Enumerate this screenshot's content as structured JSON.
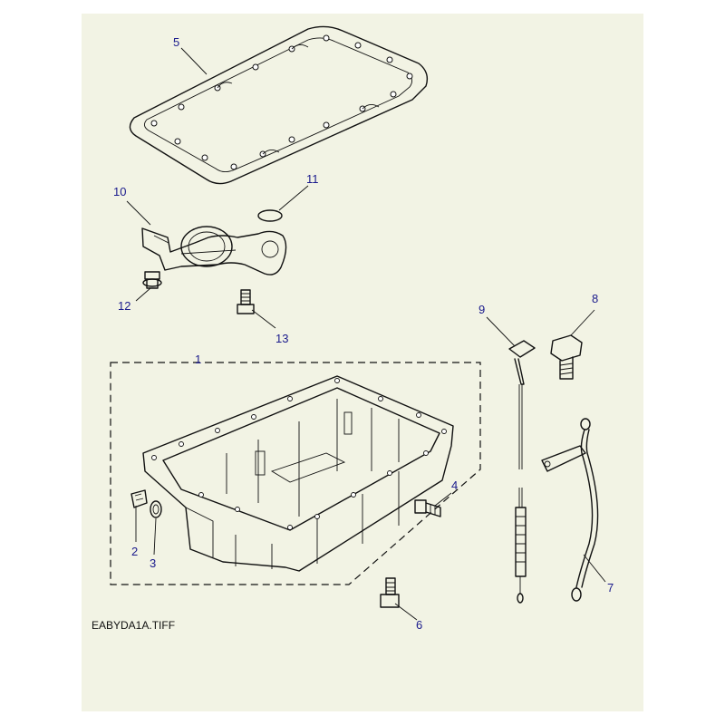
{
  "colors": {
    "panel": "#f2f3e4",
    "callout_text": "#1a1a8c",
    "line": "#111111"
  },
  "callouts": [
    {
      "id": "5",
      "label": "5"
    },
    {
      "id": "10",
      "label": "10"
    },
    {
      "id": "11",
      "label": "11"
    },
    {
      "id": "12",
      "label": "12"
    },
    {
      "id": "13",
      "label": "13"
    },
    {
      "id": "9",
      "label": "9"
    },
    {
      "id": "8",
      "label": "8"
    },
    {
      "id": "1",
      "label": "1"
    },
    {
      "id": "4",
      "label": "4"
    },
    {
      "id": "2",
      "label": "2"
    },
    {
      "id": "3",
      "label": "3"
    },
    {
      "id": "7",
      "label": "7"
    },
    {
      "id": "6",
      "label": "6"
    }
  ],
  "caption": "EABYDA1A.TIFF"
}
